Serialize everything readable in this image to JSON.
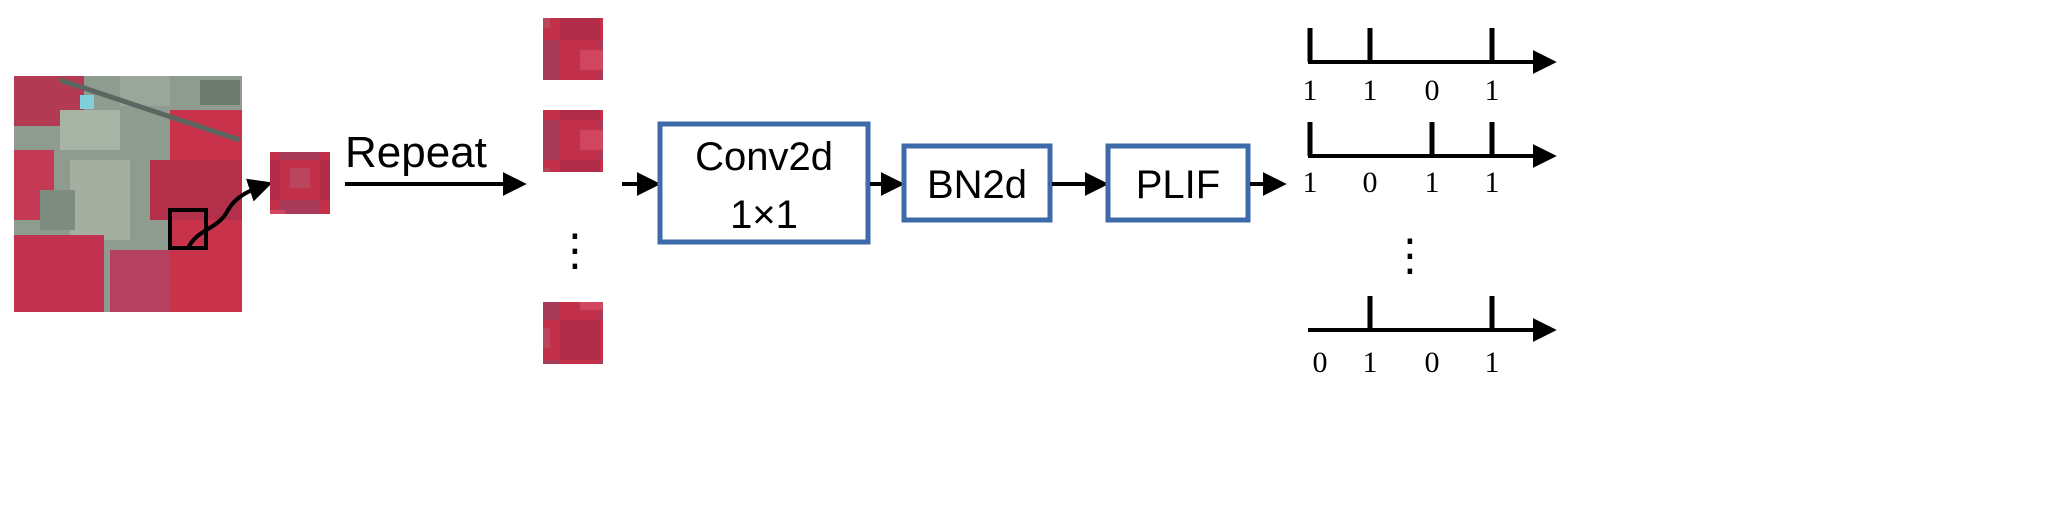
{
  "labels": {
    "repeat": "Repeat",
    "conv": "Conv2d",
    "conv_kernel": "1×1",
    "bn": "BN2d",
    "plif": "PLIF",
    "ellipsis": "⋮"
  },
  "colors": {
    "box_border": "#3d6aa8",
    "arrow": "#000000",
    "image_red": "#c8324a",
    "image_gray": "#8c9a8f"
  },
  "spike_trains": [
    {
      "bits": [
        "1",
        "1",
        "0",
        "1"
      ]
    },
    {
      "bits": [
        "1",
        "0",
        "1",
        "1"
      ]
    },
    {
      "bits": [
        "0",
        "1",
        "0",
        "1"
      ]
    }
  ]
}
